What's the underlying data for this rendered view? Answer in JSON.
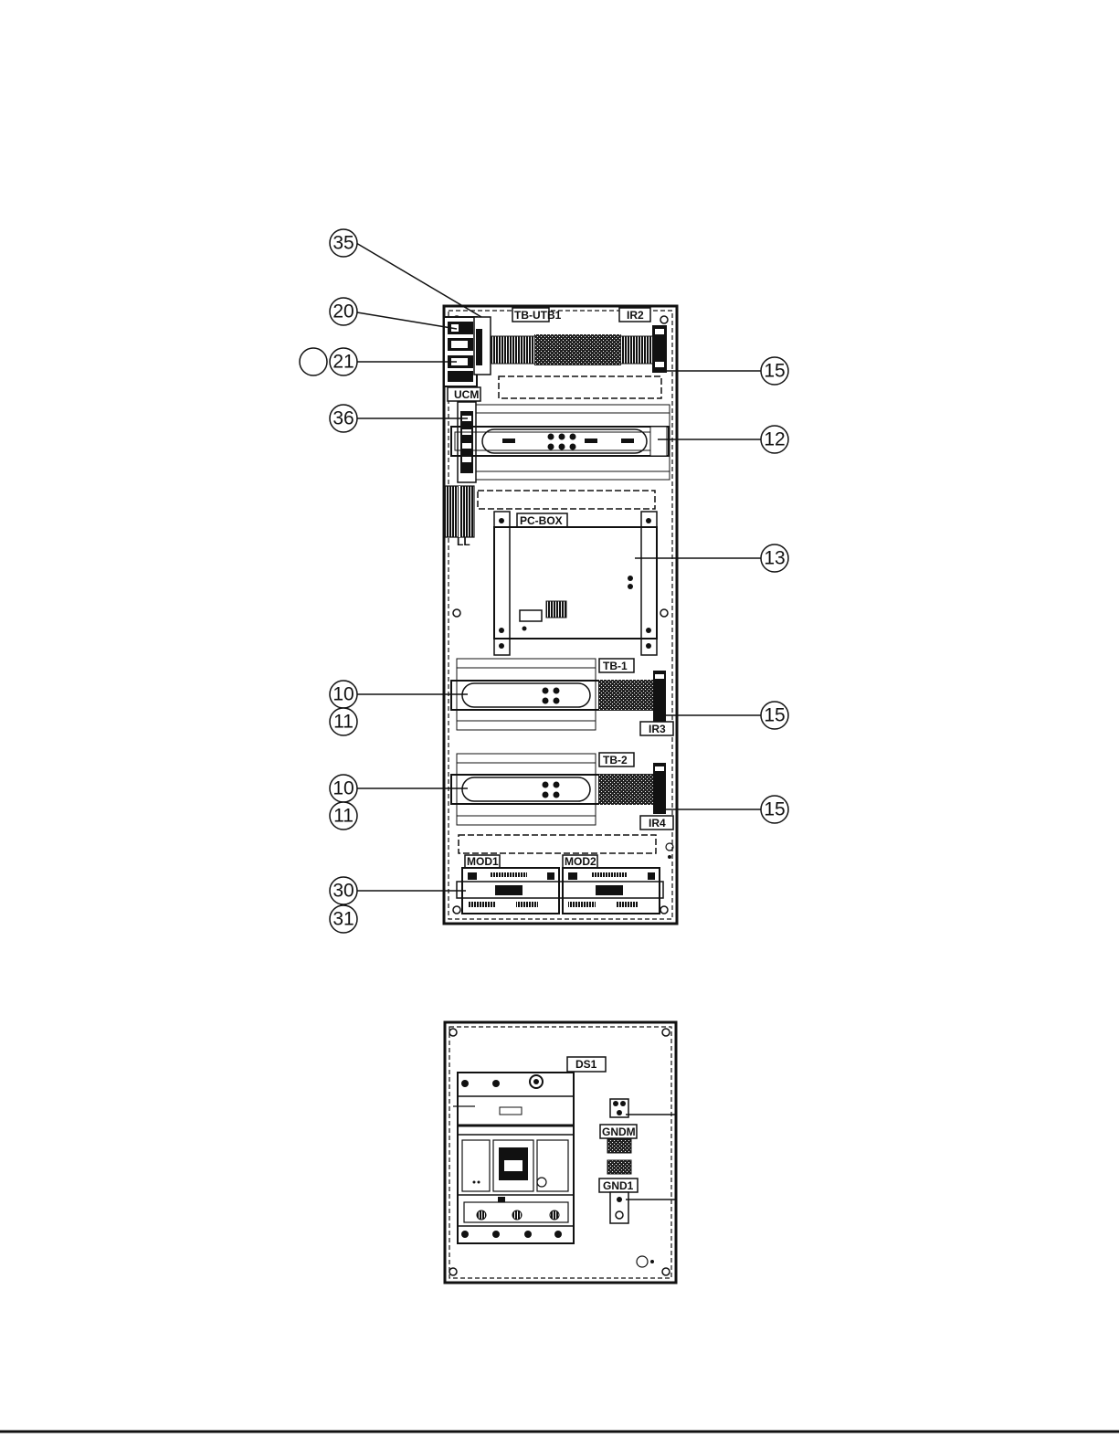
{
  "diagram": {
    "callouts": {
      "c35": "35",
      "c20": "20",
      "c21": "21",
      "c36": "36",
      "c12": "12",
      "c15a": "15",
      "c13": "13",
      "c10a": "10",
      "c11a": "11",
      "c15b": "15",
      "c10b": "10",
      "c11b": "11",
      "c15c": "15",
      "c30": "30",
      "c31": "31"
    },
    "tags": {
      "tb_utb1": "TB-UTB1",
      "ir2": "IR2",
      "ucm": "UCM",
      "ll": "LL",
      "pc_box": "PC-BOX",
      "tb1": "TB-1",
      "ir3": "IR3",
      "tb2": "TB-2",
      "ir4": "IR4",
      "mod1": "MOD1",
      "mod2": "MOD2",
      "ds1": "DS1",
      "gndm": "GNDM",
      "gnd1": "GND1"
    }
  }
}
